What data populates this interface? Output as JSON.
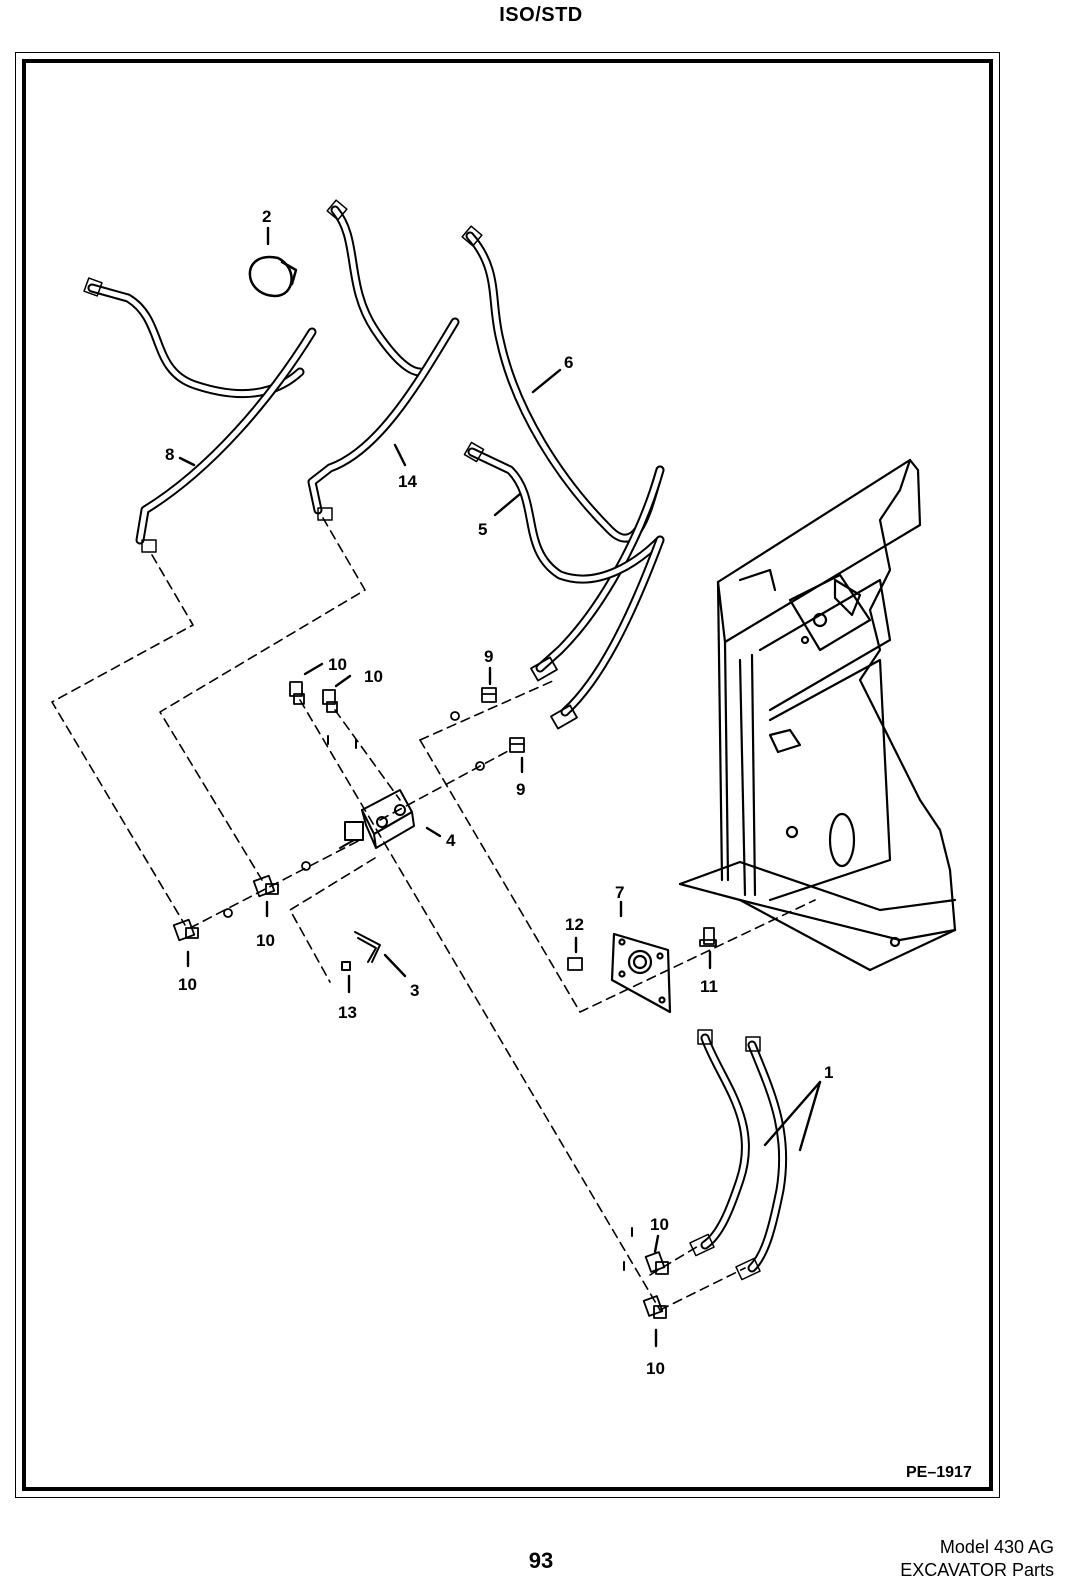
{
  "header": {
    "title": "ISO/STD"
  },
  "callouts": {
    "c1": "1",
    "c2": "2",
    "c3": "3",
    "c4": "4",
    "c5": "5",
    "c6": "6",
    "c7": "7",
    "c8": "8",
    "c9a": "9",
    "c9b": "9",
    "c10a": "10",
    "c10b": "10",
    "c10c": "10",
    "c10d": "10",
    "c10e": "10",
    "c10f": "10",
    "c11": "11",
    "c12": "12",
    "c13": "13",
    "c14": "14"
  },
  "drawing_code": "PE–1917",
  "footer": {
    "page_number": "93",
    "model_line1": "Model 430 AG",
    "model_line2": "EXCAVATOR Parts"
  },
  "colors": {
    "ink": "#000000",
    "paper": "#ffffff"
  }
}
